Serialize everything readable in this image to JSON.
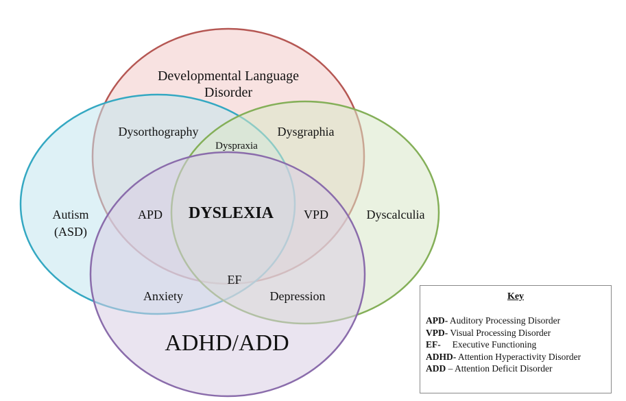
{
  "circles": [
    {
      "id": "dld",
      "label_lines": [
        "Developmental Language",
        "Disorder"
      ],
      "fill": "#f3cbc9",
      "stroke": "#d98884",
      "edge": "#b55753"
    },
    {
      "id": "autism",
      "label_lines": [
        "Autism",
        "(ASD)"
      ],
      "fill": "#c3e6ee",
      "stroke": "#5fc4d9",
      "edge": "#34a8c2"
    },
    {
      "id": "dyscalculia",
      "label_lines": [
        "Dyscalculia"
      ],
      "fill": "#d9e8c8",
      "stroke": "#a2c77a",
      "edge": "#84af58"
    },
    {
      "id": "adhd",
      "label_lines": [
        "ADHD/ADD"
      ],
      "fill": "#d8cde4",
      "stroke": "#a88fc6",
      "edge": "#8a6cab"
    }
  ],
  "overlaps": {
    "dysorthography": "Dysorthography",
    "dysgraphia": "Dysgraphia",
    "dyspraxia": "Dyspraxia",
    "apd": "APD",
    "vpd": "VPD",
    "center": "DYSLEXIA",
    "ef": "EF",
    "anxiety": "Anxiety",
    "depression": "Depression"
  },
  "key": {
    "title": "Key",
    "items": [
      {
        "term": "APD-",
        "definition": " Auditory Processing Disorder"
      },
      {
        "term": "VPD-",
        "definition": " Visual Processing Disorder"
      },
      {
        "term": "EF-",
        "definition": "     Executive Functioning"
      },
      {
        "term": "ADHD-",
        "definition": " Attention Hyperactivity Disorder"
      },
      {
        "term": "ADD",
        "definition": " – Attention Deficit Disorder"
      }
    ]
  }
}
